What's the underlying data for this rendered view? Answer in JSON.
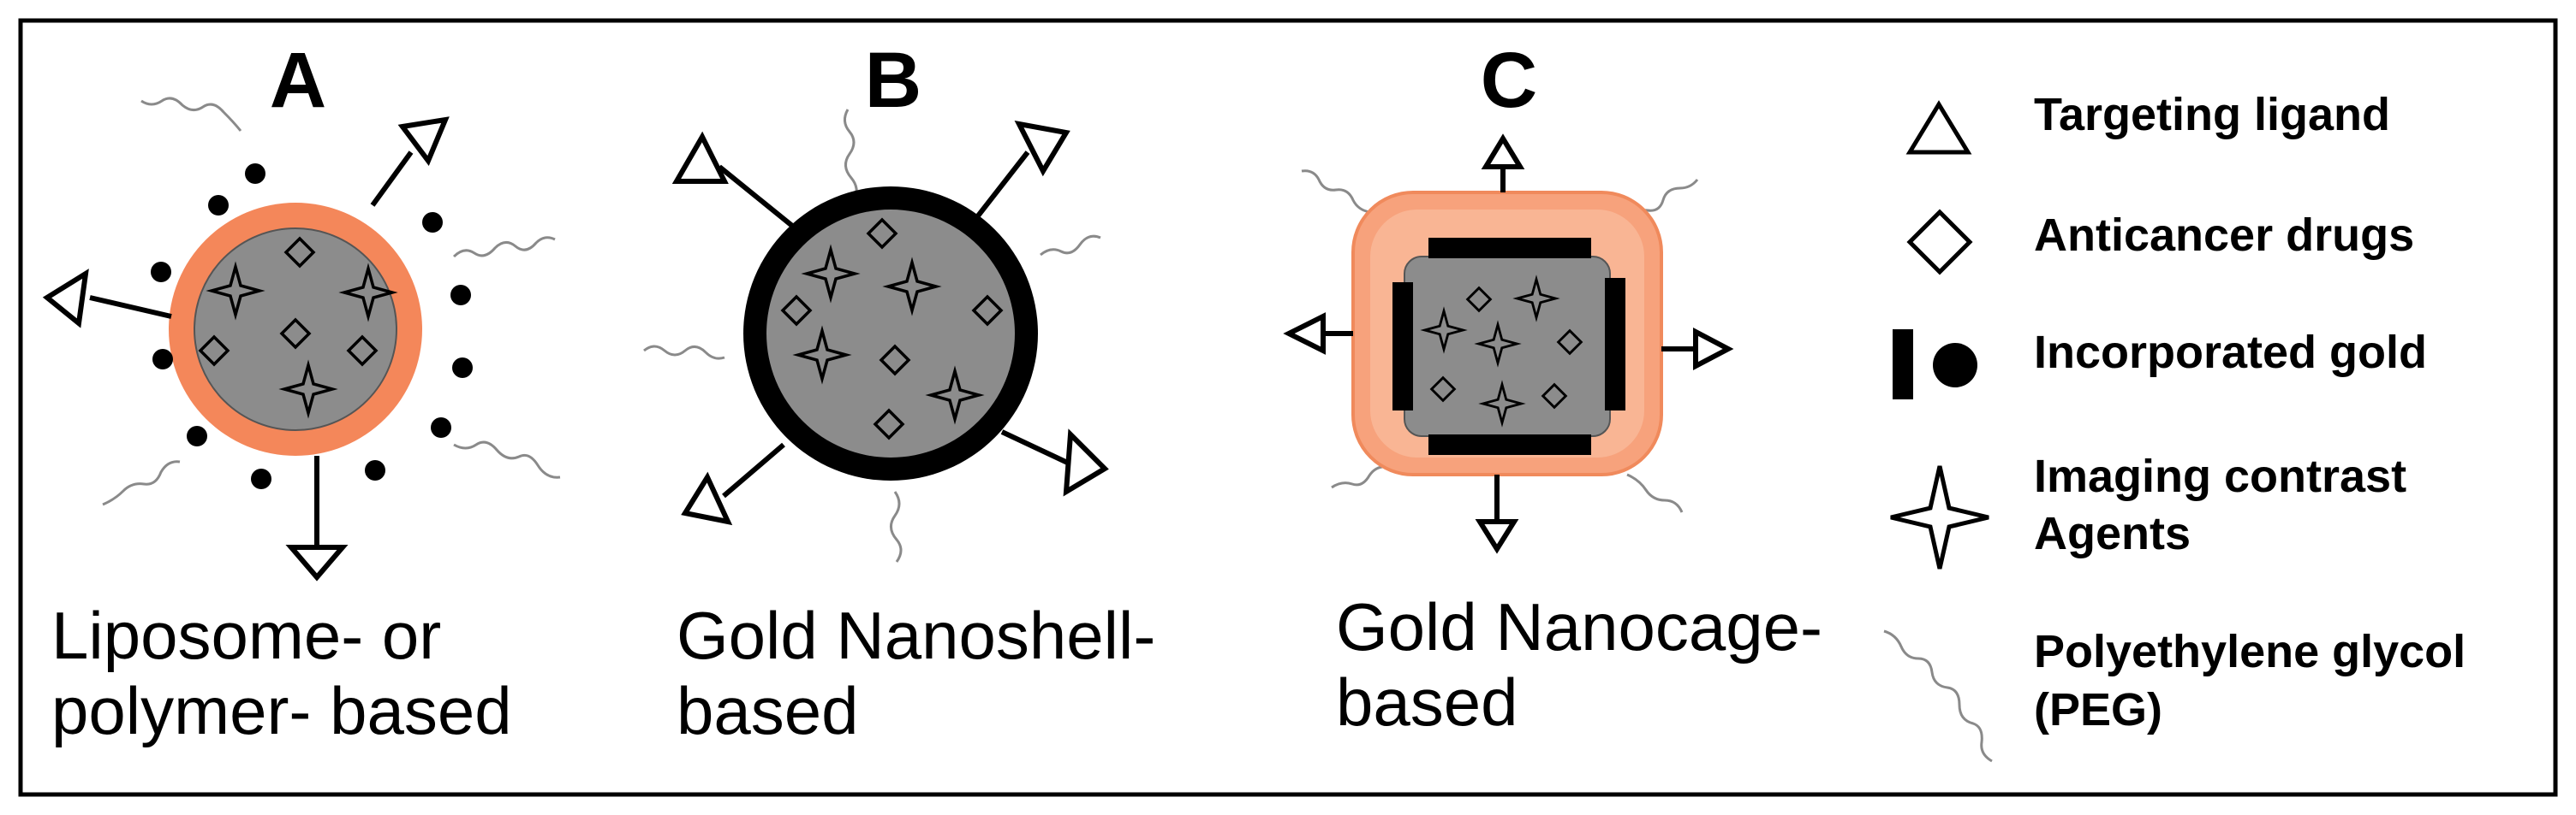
{
  "panels": [
    {
      "letter": "A",
      "caption_line1": "Liposome- or",
      "caption_line2": "polymer- based"
    },
    {
      "letter": "B",
      "caption_line1": "Gold Nanoshell-",
      "caption_line2": "based"
    },
    {
      "letter": "C",
      "caption_line1": "Gold Nanocage-",
      "caption_line2": "based"
    }
  ],
  "legend": {
    "targeting_ligand": "Targeting ligand",
    "anticancer_drugs": "Anticancer drugs",
    "incorporated_gold": "Incorporated gold",
    "imaging_line1": "Imaging contrast",
    "imaging_line2": "Agents",
    "peg_line1": "Polyethylene glycol",
    "peg_line2": "(PEG)"
  },
  "colors": {
    "core_gray": "#8c8c8c",
    "liposome_orange": "#f4875a",
    "nanocage_orange": "#f7a27c",
    "outline": "#000000",
    "peg_gray": "#8a8a8a"
  }
}
